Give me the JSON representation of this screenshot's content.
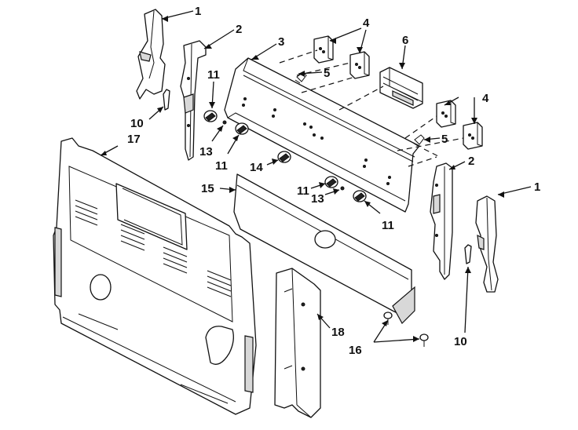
{
  "callouts": {
    "c1a": "1",
    "c1b": "1",
    "c2a": "2",
    "c2b": "2",
    "c3": "3",
    "c4a": "4",
    "c4b": "4",
    "c5a": "5",
    "c5b": "5",
    "c6": "6",
    "c10a": "10",
    "c10b": "10",
    "c11a": "11",
    "c11b": "11",
    "c11c": "11",
    "c11d": "11",
    "c13a": "13",
    "c13b": "13",
    "c14": "14",
    "c15": "15",
    "c16": "16",
    "c17": "17",
    "c18": "18"
  }
}
